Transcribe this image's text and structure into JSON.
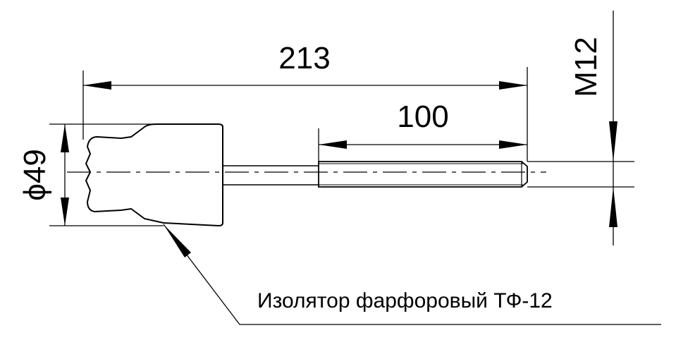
{
  "drawing": {
    "dim_overall_length": "213",
    "dim_thread_length": "100",
    "dim_diameter": "ϕ49",
    "dim_thread": "M12",
    "callout": "Изолятор фарфоровый ТФ-12",
    "line_color": "#000000",
    "background": "#ffffff"
  }
}
